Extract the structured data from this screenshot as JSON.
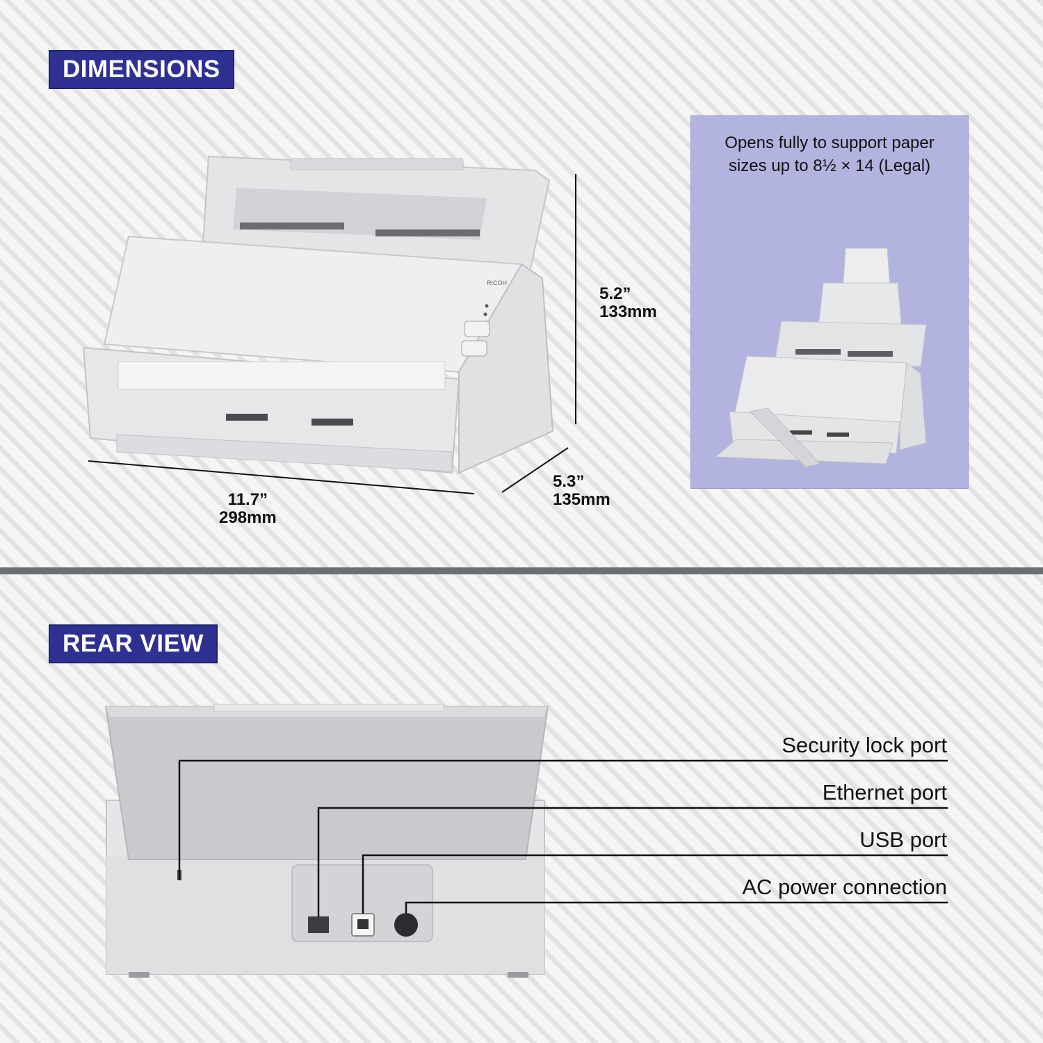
{
  "dimensions": {
    "badge": "DIMENSIONS",
    "height": {
      "in": "5.2”",
      "mm": "133mm"
    },
    "width": {
      "in": "11.7”",
      "mm": "298mm"
    },
    "depth": {
      "in": "5.3”",
      "mm": "135mm"
    },
    "callout": "Opens fully to support paper\nsizes up to 8½ × 14 (Legal)",
    "brand": "RICOH"
  },
  "rear": {
    "badge": "REAR VIEW",
    "ports": [
      {
        "label": "Security lock port"
      },
      {
        "label": "Ethernet port"
      },
      {
        "label": "USB port"
      },
      {
        "label": "AC power connection"
      }
    ]
  },
  "colors": {
    "badge": "#2e3192",
    "callout": "#b3b3e0",
    "divider": "#6b6e73"
  }
}
